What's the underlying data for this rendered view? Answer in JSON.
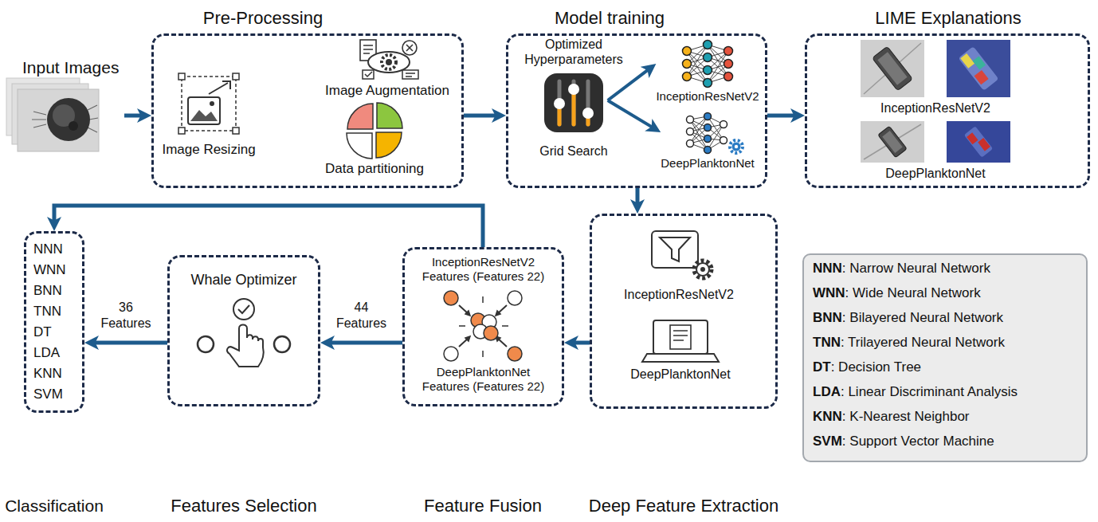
{
  "diagram": {
    "nodes": [
      {
        "text": [
          "Input Images"
        ]
      },
      {
        "text": [
          "Pre-Processing"
        ]
      },
      {
        "text": [
          "Image Resizing"
        ],
        "in": 1
      },
      {
        "text": [
          "Image Augmentation"
        ],
        "in": 1
      },
      {
        "text": [
          "Data partitioning"
        ],
        "in": 1
      },
      {
        "text": [
          "Model training"
        ]
      },
      {
        "text": [
          "Optimized Hyperparameters",
          "Grid Search"
        ],
        "in": 5
      },
      {
        "text": [
          "InceptionResNetV2"
        ],
        "in": 5
      },
      {
        "text": [
          "DeepPlanktonNet"
        ],
        "in": 5
      },
      {
        "text": [
          "LIME Explanations"
        ]
      },
      {
        "text": [
          "InceptionResNetV2"
        ],
        "in": 9
      },
      {
        "text": [
          "DeepPlanktonNet"
        ],
        "in": 9
      },
      {
        "text": [
          "Deep Feature Extraction"
        ]
      },
      {
        "text": [
          "InceptionResNetV2"
        ],
        "in": 12
      },
      {
        "text": [
          "DeepPlanktonNet"
        ],
        "in": 12
      },
      {
        "text": [
          "InceptionResNetV2 Features (Features 22)",
          "DeepPlanktonNet Features (Features 22)",
          "Feature Fusion"
        ]
      },
      {
        "text": [
          "Whale Optimizer",
          "Features Selection"
        ]
      },
      {
        "text": [
          "NNN",
          "WNN",
          "BNN",
          "TNN",
          "DT",
          "LDA",
          "KNN",
          "SVM",
          "Classification"
        ]
      },
      {
        "text": [
          "NNN: Narrow Neural Network",
          "WNN: Wide Neural Network",
          "BNN: Bilayered Neural Network",
          "TNN: Trilayered Neural Network",
          "DT: Decision Tree",
          "LDA: Linear Discriminant Analysis",
          "KNN: K-Nearest Neighbor",
          "SVM: Support Vector Machine"
        ]
      }
    ],
    "edges": [
      {
        "from": 0,
        "to": 1,
        "arrow": "to"
      },
      {
        "from": 1,
        "to": 5,
        "arrow": "to"
      },
      {
        "from": 6,
        "to": 7,
        "arrow": "to"
      },
      {
        "from": 6,
        "to": 8,
        "arrow": "to"
      },
      {
        "from": 5,
        "to": 9,
        "arrow": "to"
      },
      {
        "from": 5,
        "to": 12,
        "arrow": "to"
      },
      {
        "from": 12,
        "to": 15,
        "arrow": "to"
      },
      {
        "from": 15,
        "to": 16,
        "label": "44 Features",
        "arrow": "to"
      },
      {
        "from": 16,
        "to": 17,
        "label": "36 Features",
        "arrow": "to"
      },
      {
        "from": 15,
        "to": 17,
        "arrow": "to"
      }
    ]
  }
}
